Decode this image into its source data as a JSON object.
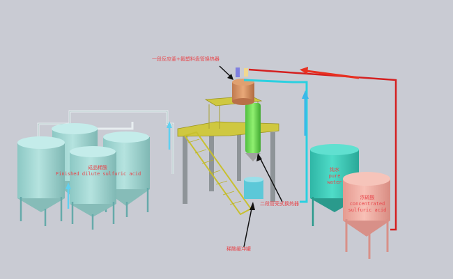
{
  "labels": {
    "reactor": "一段反应釜+氟塑料盘管换热器",
    "finished_cn": "成品稀酸",
    "finished_en": "Finished dilute sulfuric acid",
    "pure_water_cn": "纯水",
    "pure_water_en_1": "pure",
    "pure_water_en_2": "water",
    "conc_cn": "浓硫酸",
    "conc_en_1": "concentrated",
    "conc_en_2": "sulfuric acid",
    "heat_exchanger_2": "二段管壳式换热器",
    "buffer_tank": "稀酸缓冲罐"
  },
  "colors": {
    "background": "#c9cbd3",
    "label": "#e8454a",
    "product_tank": "#9fd3d0",
    "water_tank": "#3cc6b4",
    "acid_tank": "#f0aaa0",
    "acid_pipe": "#d42020",
    "water_pipe": "#2ad0e0",
    "structure": "#d8d040"
  }
}
